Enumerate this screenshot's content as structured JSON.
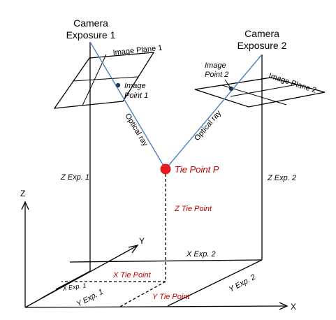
{
  "camera1": {
    "line1": "Camera",
    "line2": "Exposure 1"
  },
  "camera2": {
    "line1": "Camera",
    "line2": "Exposure 2"
  },
  "image_plane_1": "Image Plane 1",
  "image_plane_2": "Image Plane 2",
  "image_point_1": {
    "line1": "Image",
    "line2": "Point 1"
  },
  "image_point_2": {
    "line1": "Image",
    "line2": "Point 2"
  },
  "optical_ray_label": "Optical ray",
  "tie_point": "Tie Point P",
  "z_exp_1": "Z Exp. 1",
  "z_exp_2": "Z Exp. 2",
  "z_tie_point": "Z Tie Point",
  "x_exp_2": "X Exp. 2",
  "x_tie_point": "X Tie Point",
  "x_exp_1": "X Exp. 1",
  "y_exp_1": "Y Exp. 1",
  "y_tie_point": "Y Tie Point",
  "y_exp_2": "Y Exp. 2",
  "axis_z": "Z",
  "axis_y": "Y",
  "axis_x": "X",
  "colors": {
    "ray": "#4f7fbf",
    "tie_point": "#e31b1b",
    "red_text": "#c00000",
    "image_point": "#1f3864"
  }
}
